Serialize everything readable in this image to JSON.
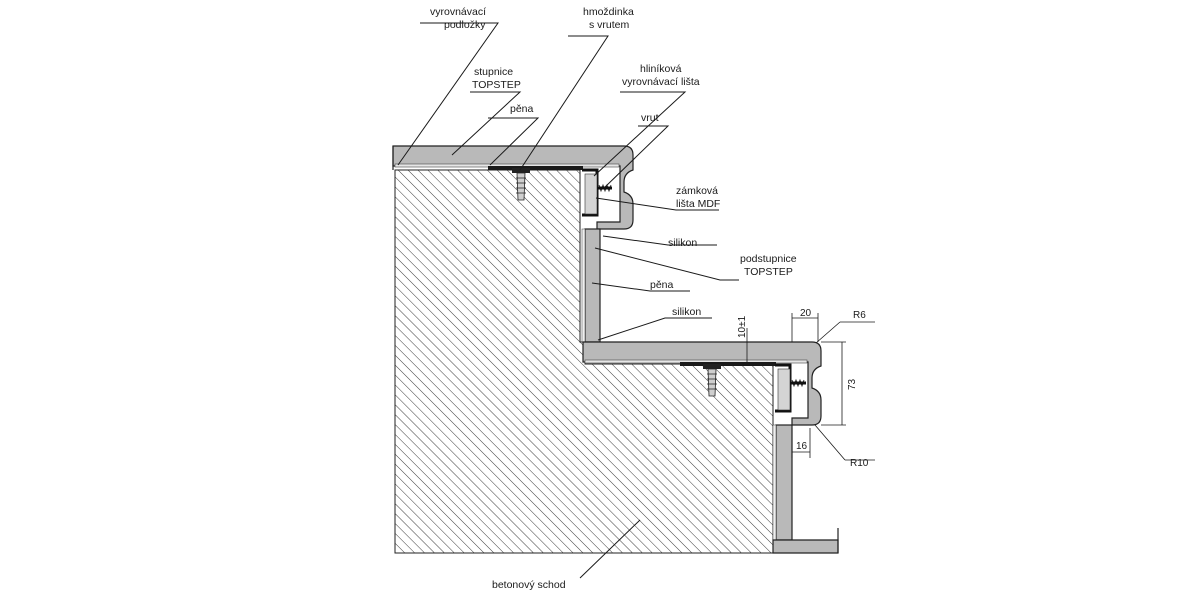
{
  "labels": {
    "leveling_pads_1": "vyrovnávací",
    "leveling_pads_2": "podložky",
    "dowel_1": "hmoždinka",
    "dowel_2": "s vrutem",
    "tread_1": "stupnice",
    "tread_2": "TOPSTEP",
    "foam_top": "pěna",
    "alu_1": "hliníková",
    "alu_2": "vyrovnávací lišta",
    "screw": "vrut",
    "mdf_1": "zámková",
    "mdf_2": "lišta MDF",
    "silicone_top": "silikon",
    "riser_1": "podstupnice",
    "riser_2": "TOPSTEP",
    "foam_mid": "pěna",
    "silicone_low": "silikon",
    "concrete": "betonový schod"
  },
  "dimensions": {
    "d20": "20",
    "r6": "R6",
    "d10": "10±1",
    "d73": "73",
    "d16": "16",
    "r10": "R10"
  },
  "colors": {
    "panel_fill": "#b9b9b9",
    "panel_stroke": "#222222",
    "hatch": "#444444",
    "line": "#1a1a1a"
  }
}
